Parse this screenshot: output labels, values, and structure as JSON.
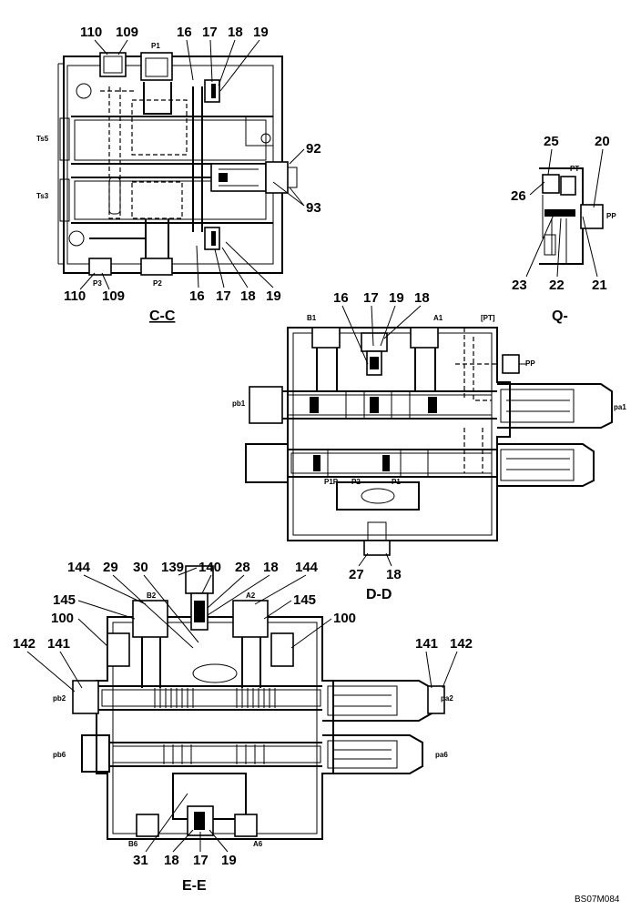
{
  "sections": {
    "cc": {
      "title": "C-C"
    },
    "q": {
      "title": "Q-"
    },
    "dd": {
      "title": "D-D"
    },
    "ee": {
      "title": "E-E"
    }
  },
  "cc_callouts": {
    "top": [
      "110",
      "109",
      "16",
      "17",
      "18",
      "19"
    ],
    "right": [
      "92",
      "93"
    ],
    "bottom": [
      "110",
      "109",
      "16",
      "17",
      "18",
      "19"
    ]
  },
  "cc_ports": {
    "p1": "P1",
    "p2": "P2",
    "p3": "P3",
    "ts5": "Ts5",
    "ts3": "Ts3"
  },
  "q_callouts": {
    "top": [
      "25",
      "20"
    ],
    "left": [
      "26"
    ],
    "bottom": [
      "23",
      "22",
      "21"
    ]
  },
  "q_ports": {
    "pt": "PT",
    "pp": "PP"
  },
  "dd_callouts": {
    "top": [
      "16",
      "17",
      "19",
      "18"
    ],
    "bottom": [
      "27",
      "18"
    ]
  },
  "dd_ports": {
    "b1": "B1",
    "a1": "A1",
    "pt": "[PT]",
    "pp": "PP",
    "pb1": "pb1",
    "pa1": "pa1",
    "p1p": "P1P",
    "p2": "P2",
    "p1": "P1"
  },
  "ee_callouts": {
    "top": [
      "144",
      "29",
      "30",
      "139",
      "140",
      "28",
      "18",
      "144"
    ],
    "left": [
      "145",
      "100",
      "142",
      "141"
    ],
    "right": [
      "145",
      "100",
      "141",
      "142"
    ],
    "bottom": [
      "31",
      "18",
      "17",
      "19"
    ]
  },
  "ee_ports": {
    "b2": "B2",
    "a2": "A2",
    "pb2": "pb2",
    "pa2": "pa2",
    "pb6": "pb6",
    "pa6": "pa6",
    "b6": "B6",
    "a6": "A6"
  },
  "footer": {
    "code": "BS07M084"
  }
}
